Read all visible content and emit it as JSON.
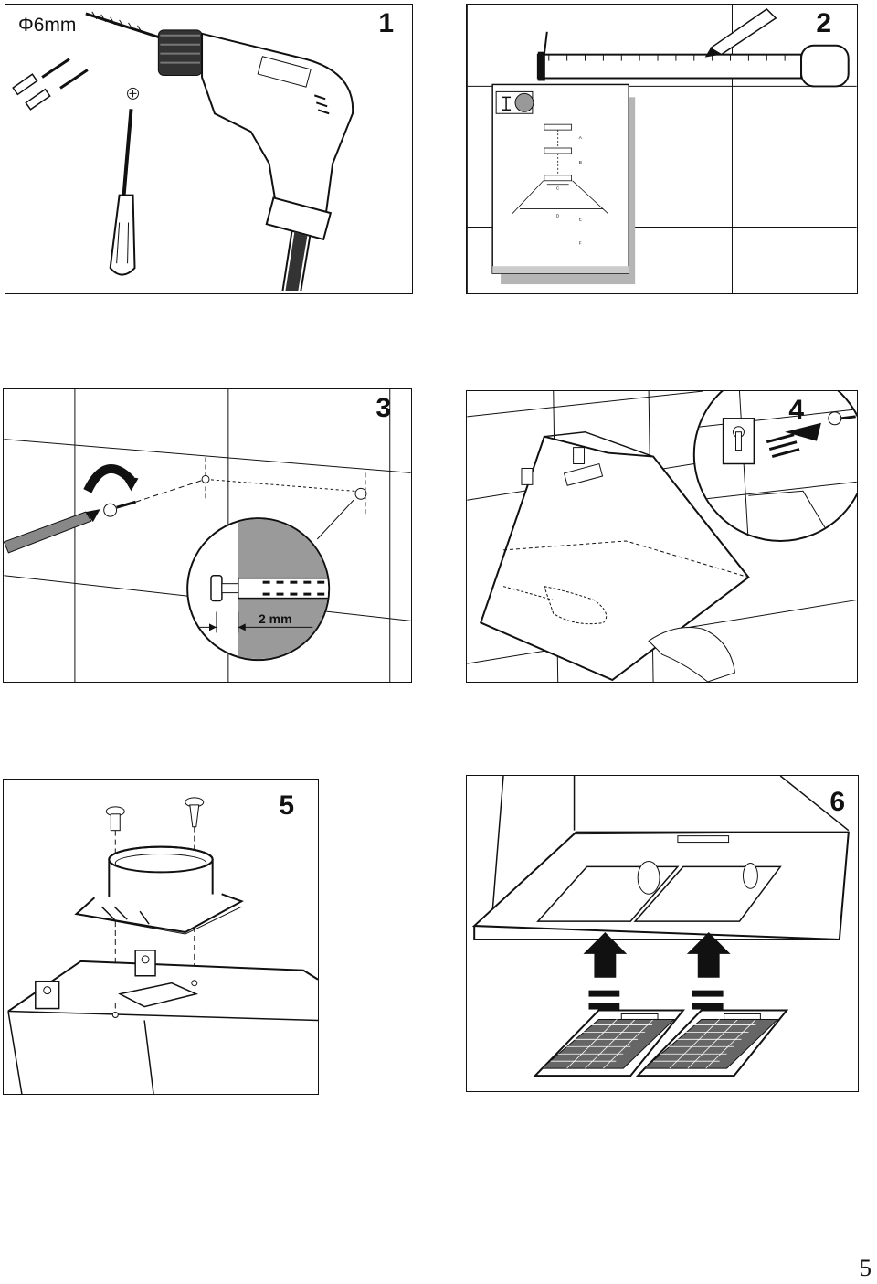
{
  "page": {
    "number": "5"
  },
  "steps": [
    {
      "number": "1",
      "callout": "Φ6mm"
    },
    {
      "number": "2",
      "diagram_letters": [
        "A",
        "B",
        "C",
        "D",
        "E",
        "F"
      ]
    },
    {
      "number": "3",
      "callout": "2 mm"
    },
    {
      "number": "4"
    },
    {
      "number": "5"
    },
    {
      "number": "6"
    }
  ],
  "colors": {
    "line": "#111111",
    "wall_shade": "#9a9a9a",
    "shadow": "#b5b5b5"
  }
}
